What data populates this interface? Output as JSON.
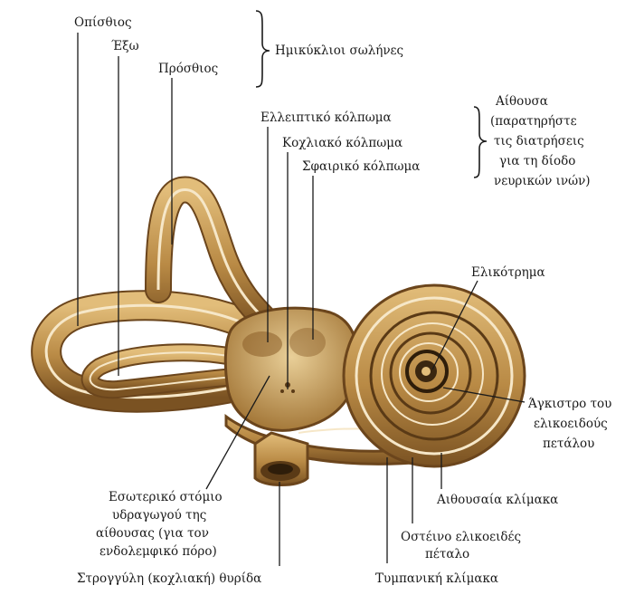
{
  "labels": {
    "posterior": "Οπίσθιος",
    "lateral": "Έξω",
    "anterior": "Πρόσθιος",
    "semicircular_canals": "Ημικύκλιοι σωλήνες",
    "utricle": "Ελλειπτικό κόλπωμα",
    "cochlear_recess": "Κοχλιακό κόλπωμα",
    "saccule": "Σφαιρικό κόλπωμα",
    "vestibule_title": "Αίθουσα",
    "vestibule_note": [
      "(παρατηρήστε",
      "τις διατρήσεις",
      "για τη δίοδο",
      "νευρικών ινών)"
    ],
    "helicotrema": "Ελικότρημα",
    "hamulus": [
      "Άγκιστρο του",
      "ελικοειδούς",
      "πετάλου"
    ],
    "scala_vestibuli": "Αιθουσαία κλίμακα",
    "osseous_spiral_lamina": [
      "Οστέινο ελικοειδές",
      "πέταλο"
    ],
    "scala_tympani": "Τυμπανική κλίμακα",
    "round_window": "Στρογγύλη (κοχλιακή) θυρίδα",
    "vestibular_aqueduct": [
      "Εσωτερικό στόμιο",
      "υδραγωγού της",
      "αίθουσας (για τον",
      "ενδολεμφικό πόρο)"
    ]
  }
}
